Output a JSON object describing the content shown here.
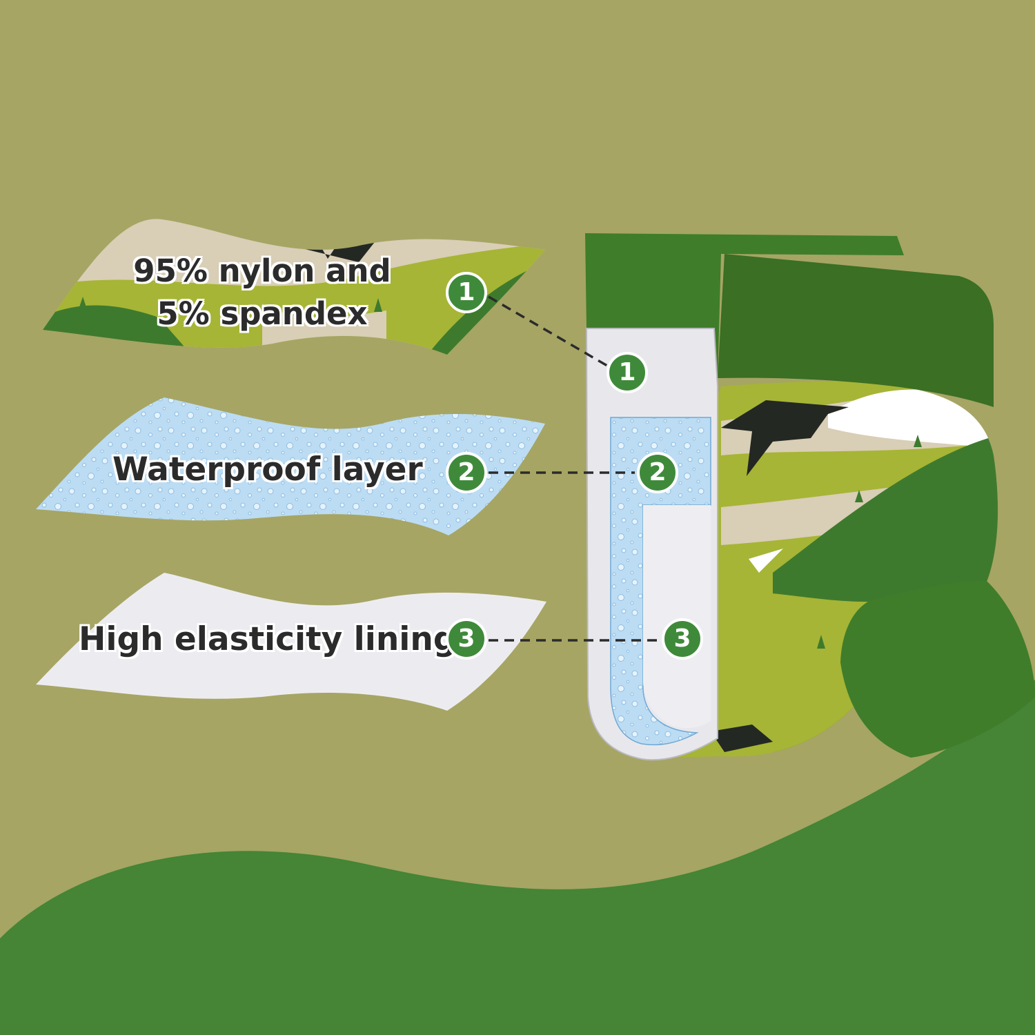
{
  "colors": {
    "background": "#a6a564",
    "ground_wave": "#458535",
    "badge": "#3f8a3a",
    "waistband": "#3f7d2a",
    "waterproof_layer": "#bcdcf4",
    "lining": "#eeeef2"
  },
  "layers": [
    {
      "number": "1",
      "label_lines": [
        "95% nylon and",
        "5% spandex"
      ]
    },
    {
      "number": "2",
      "label": "Waterproof layer"
    },
    {
      "number": "3",
      "label": "High elasticity lining"
    }
  ]
}
